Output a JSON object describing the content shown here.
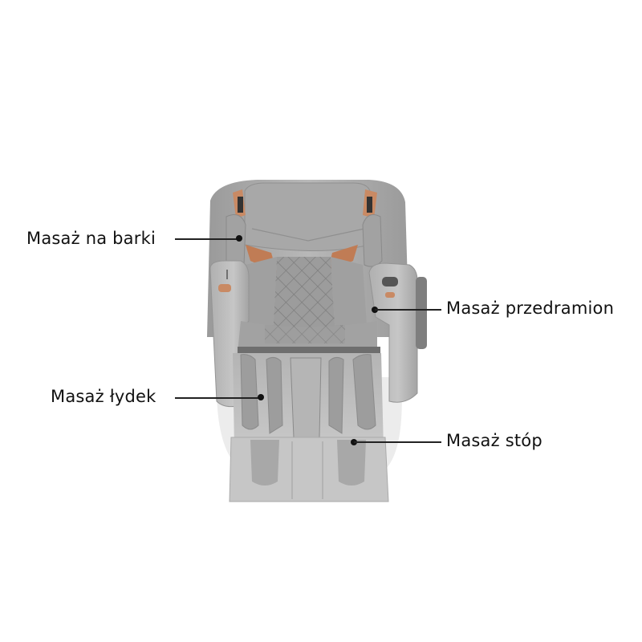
{
  "product": {
    "name": "massage chair",
    "colors": {
      "upholstery": "#a9a9a9",
      "upholstery_light": "#c4c4c4",
      "upholstery_dark": "#8c8c8c",
      "accent_copper": "#c98a64",
      "base_white": "#ececec"
    }
  },
  "callouts": [
    {
      "id": "shoulders",
      "label": "Masaż na barki",
      "side": "left"
    },
    {
      "id": "forearms",
      "label": "Masaż przedramion",
      "side": "right"
    },
    {
      "id": "calves",
      "label": "Masaż łydek",
      "side": "left"
    },
    {
      "id": "feet",
      "label": "Masaż stóp",
      "side": "right"
    }
  ]
}
